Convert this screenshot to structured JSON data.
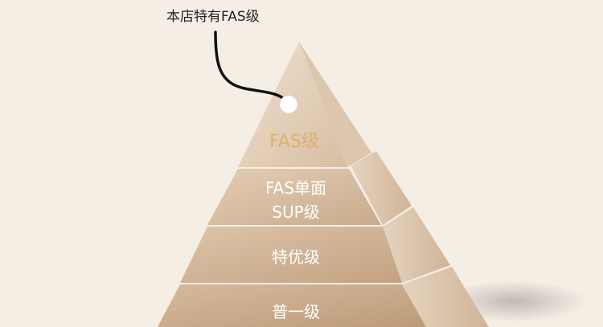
{
  "callout": {
    "text": "本店特有FAS级"
  },
  "tiers": [
    {
      "label": "FAS级"
    },
    {
      "label_line1": "FAS单面",
      "label_line2": "SUP级"
    },
    {
      "label": "特优级"
    },
    {
      "label": "普一级"
    }
  ],
  "colors": {
    "background": "#f5eee5",
    "top_label": "#d9b46a",
    "tier_text": "#ffffff",
    "callout_line": "#111111"
  }
}
